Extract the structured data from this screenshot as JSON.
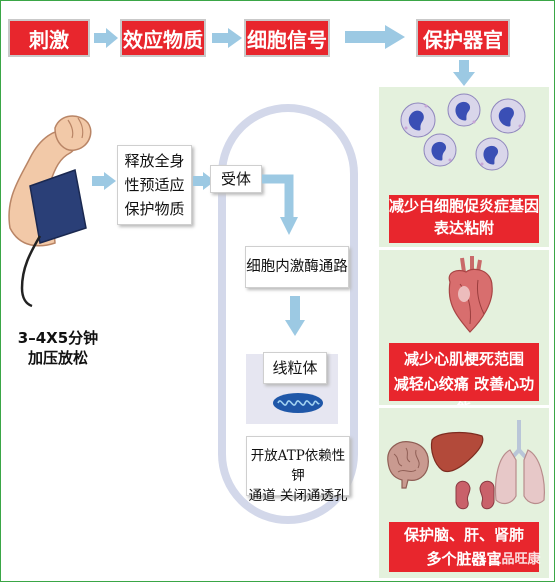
{
  "top_flow": {
    "step1": "刺激",
    "step2": "效应物质",
    "step3": "细胞信号",
    "step4": "保护器官"
  },
  "left": {
    "caption_line1": "3–4X5分钟",
    "caption_line2": "加压放松",
    "release_box_line1": "释放全身",
    "release_box_line2": "性预适应",
    "release_box_line3": "保护物质"
  },
  "cell": {
    "receptor": "受体",
    "pathway": "细胞内激酶通路",
    "mitochondria": "线粒体",
    "channel_line1": "开放ATP依赖性钾",
    "channel_line2": "通道 关闭通透孔"
  },
  "organs": {
    "leukocyte_line1": "减少白细胞促炎症基因",
    "leukocyte_line2": "表达粘附",
    "heart_line1": "减少心肌梗死范围",
    "heart_line2": "减轻心绞痛 改善心功能",
    "organs_line1": "保护脑、肝、肾肺",
    "organs_line2": "多个脏器官"
  },
  "watermark": "土品旺康",
  "colors": {
    "red": "#e8262d",
    "arrow_blue": "#9cc9e3",
    "green_panel": "#e4f1dd",
    "frame_green": "#3aa646"
  }
}
